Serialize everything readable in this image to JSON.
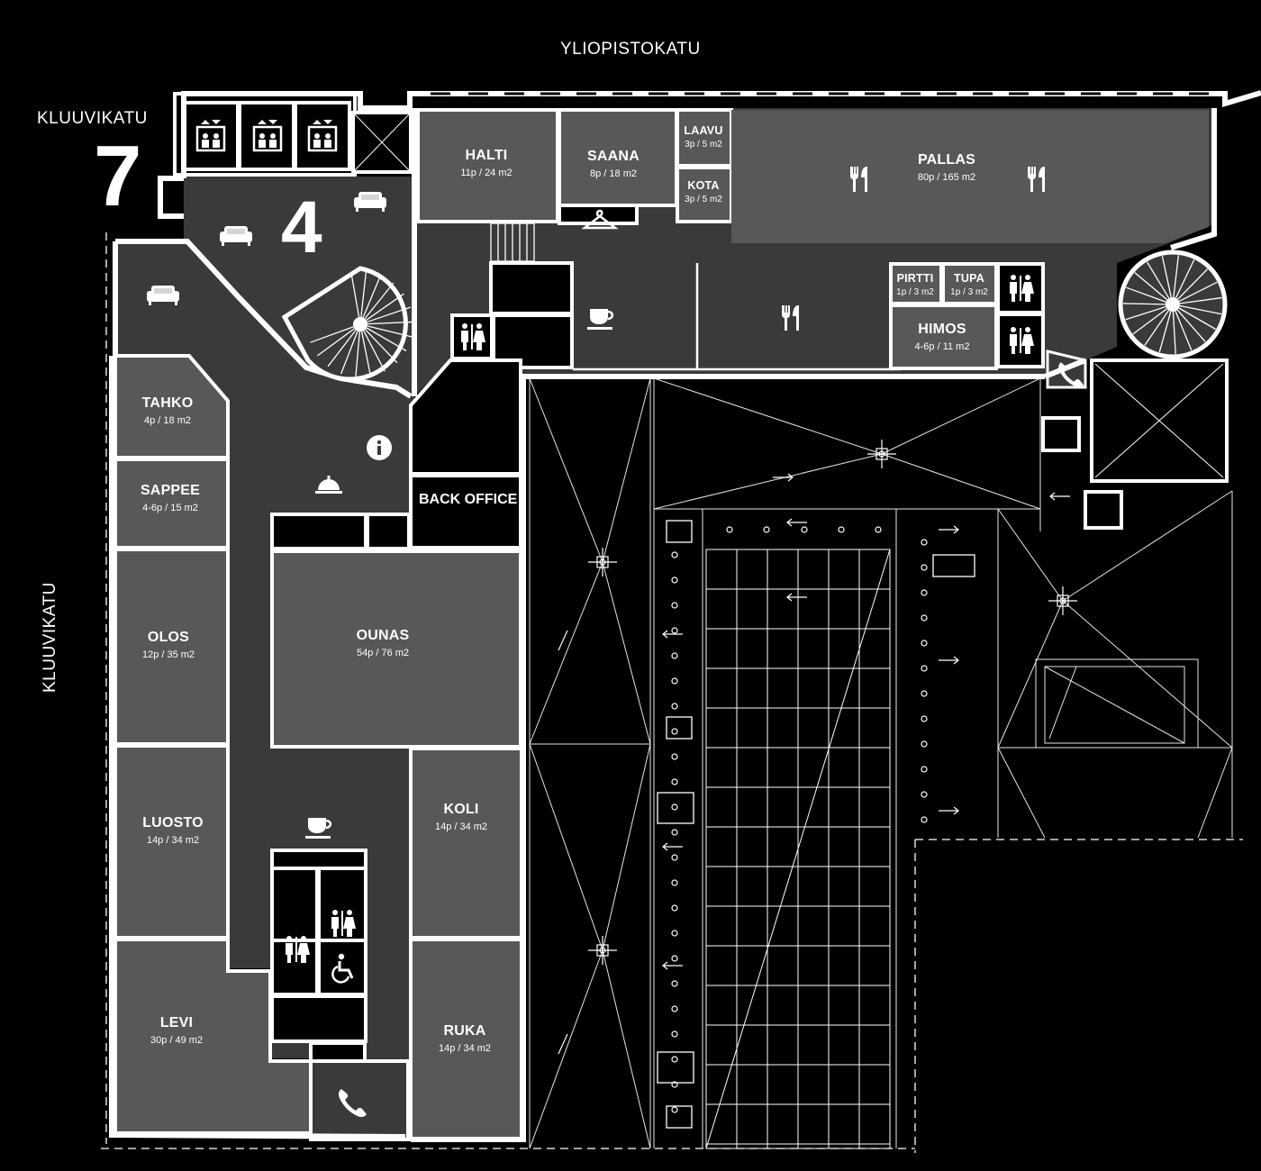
{
  "streets": {
    "top": "YLIOPISTOKATU",
    "left_top": "KLUUVIKATU",
    "left_side": "KLUUVIKATU"
  },
  "building_number": "7",
  "floor_number": "4",
  "rooms": [
    {
      "key": "halti",
      "name": "HALTI",
      "capacity": "11p / 24 m2"
    },
    {
      "key": "saana",
      "name": "SAANA",
      "capacity": "8p / 18 m2"
    },
    {
      "key": "laavu",
      "name": "LAAVU",
      "capacity": "3p / 5 m2"
    },
    {
      "key": "kota",
      "name": "KOTA",
      "capacity": "3p / 5 m2"
    },
    {
      "key": "pallas",
      "name": "PALLAS",
      "capacity": "80p / 165 m2"
    },
    {
      "key": "pirtti",
      "name": "PIRTTI",
      "capacity": "1p / 3 m2"
    },
    {
      "key": "tupa",
      "name": "TUPA",
      "capacity": "1p / 3 m2"
    },
    {
      "key": "himos",
      "name": "HIMOS",
      "capacity": "4-6p / 11 m2"
    },
    {
      "key": "tahko",
      "name": "TAHKO",
      "capacity": "4p / 18 m2"
    },
    {
      "key": "sappee",
      "name": "SAPPEE",
      "capacity": "4-6p / 15 m2"
    },
    {
      "key": "olos",
      "name": "OLOS",
      "capacity": "12p / 35 m2"
    },
    {
      "key": "ounas",
      "name": "OUNAS",
      "capacity": "54p / 76 m2"
    },
    {
      "key": "luosto",
      "name": "LUOSTO",
      "capacity": "14p / 34 m2"
    },
    {
      "key": "koli",
      "name": "KOLI",
      "capacity": "14p / 34 m2"
    },
    {
      "key": "levi",
      "name": "LEVI",
      "capacity": "30p / 49 m2"
    },
    {
      "key": "ruka",
      "name": "RUKA",
      "capacity": "14p / 34 m2"
    }
  ],
  "back_office": "BACK OFFICE",
  "icons": [
    "elevator-icon",
    "sofa-icon",
    "restaurant-icon",
    "coffee-icon",
    "restroom-icon",
    "accessible-restroom-icon",
    "phone-icon",
    "info-icon",
    "reception-bell-icon",
    "coat-hanger-icon",
    "spiral-staircase"
  ],
  "colors": {
    "background": "#000000",
    "wall": "#ffffff",
    "corridor": "#3a3a3c",
    "room": "#58585a"
  }
}
